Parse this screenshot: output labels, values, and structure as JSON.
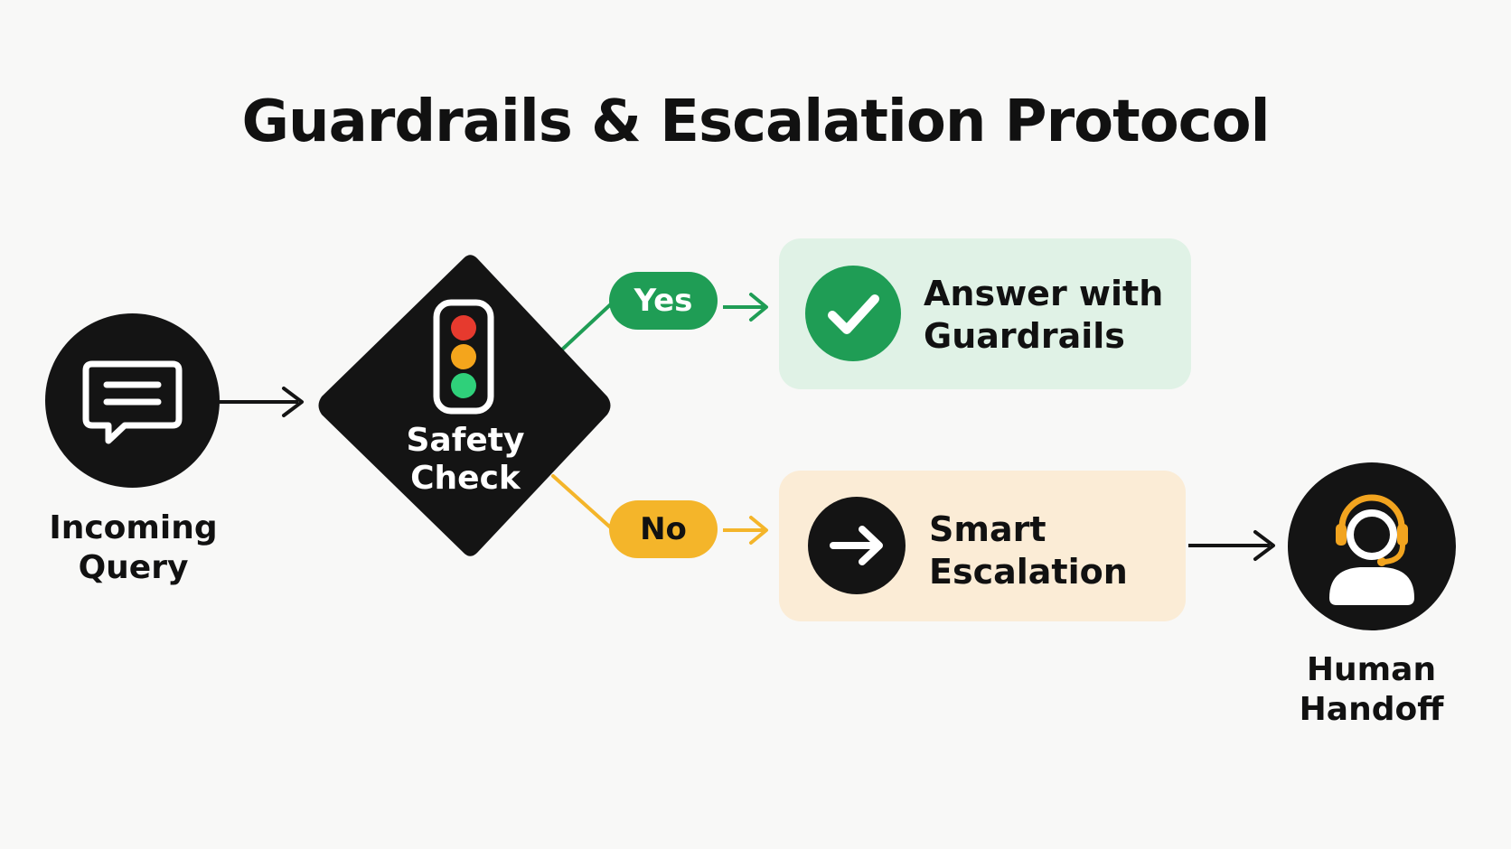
{
  "title": "Guardrails & Escalation Protocol",
  "colors": {
    "node_dark": "#141414",
    "yes_green": "#1f9d55",
    "no_amber": "#f4b52a",
    "yes_box_bg": "#e0f2e6",
    "no_box_bg": "#fbecd6",
    "light_red": "#e63a2e",
    "light_amber": "#f4a51c",
    "light_green": "#2fd07a",
    "headset_orange": "#f2a41f"
  },
  "nodes": {
    "incoming_query": {
      "icon": "chat-bubble-icon",
      "label_lines": [
        "Incoming",
        "Query"
      ]
    },
    "safety_check": {
      "icon": "traffic-light-icon",
      "label_lines": [
        "Safety",
        "Check"
      ]
    },
    "answer": {
      "icon": "checkmark-icon",
      "label_lines": [
        "Answer with",
        "Guardrails"
      ]
    },
    "escalation": {
      "icon": "arrow-right-icon",
      "label_lines": [
        "Smart",
        "Escalation"
      ]
    },
    "human_handoff": {
      "icon": "headset-user-icon",
      "label_lines": [
        "Human",
        "Handoff"
      ]
    }
  },
  "branches": {
    "yes_label": "Yes",
    "no_label": "No"
  }
}
